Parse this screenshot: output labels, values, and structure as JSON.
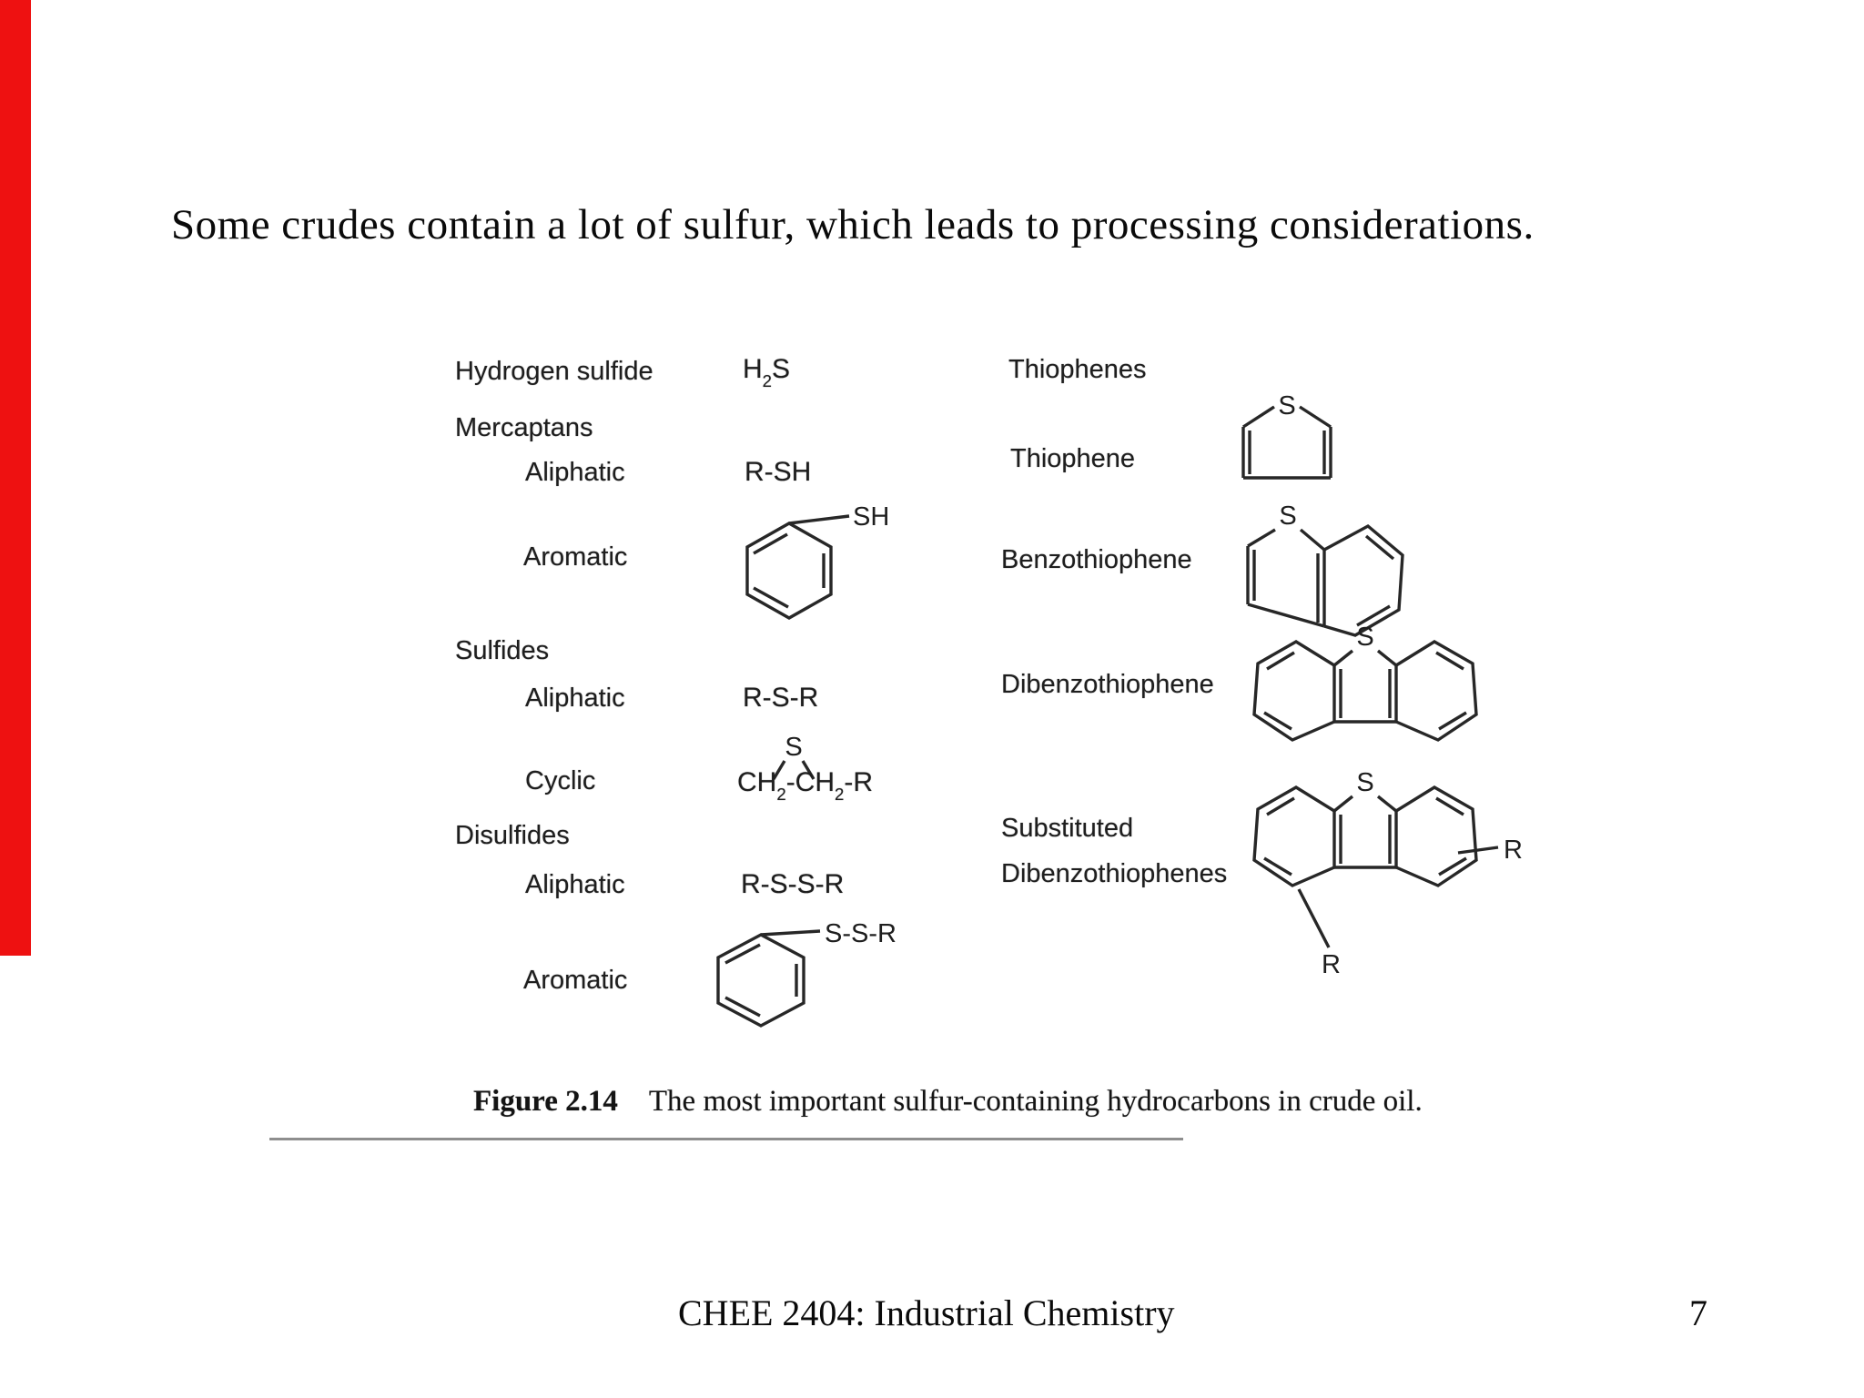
{
  "slide": {
    "title": "Some crudes contain a lot of sulfur, which leads to processing considerations.",
    "accent_red": "#ee1111",
    "footer": {
      "course": "CHEE 2404: Industrial Chemistry",
      "page": "7"
    }
  },
  "figure": {
    "caption": {
      "label": "Figure 2.14",
      "text": "The most important sulfur-containing hydrocarbons in crude oil."
    },
    "left": {
      "hydrogen_sulfide": {
        "label": "Hydrogen sulfide",
        "formula": {
          "p1": "H",
          "s1": "2",
          "p2": "S"
        }
      },
      "mercaptans": {
        "label": "Mercaptans"
      },
      "mercaptan_aliphatic": {
        "label": "Aliphatic",
        "formula": "R-SH"
      },
      "mercaptan_aromatic": {
        "label": "Aromatic",
        "substituent": "SH"
      },
      "sulfides": {
        "label": "Sulfides"
      },
      "sulfide_aliphatic": {
        "label": "Aliphatic",
        "formula": "R-S-R"
      },
      "sulfide_cyclic": {
        "label": "Cyclic",
        "s_atom": "S",
        "formula": {
          "p1": "CH",
          "s1": "2",
          "p2": "-CH",
          "s2": "2",
          "p3": "-R"
        }
      },
      "disulfides": {
        "label": "Disulfides"
      },
      "disulfide_aliphatic": {
        "label": "Aliphatic",
        "formula": "R-S-S-R"
      },
      "disulfide_aromatic": {
        "label": "Aromatic",
        "substituent": "S-S-R"
      }
    },
    "right": {
      "heading": "Thiophenes",
      "thiophene": {
        "label": "Thiophene",
        "s_atom": "S"
      },
      "benzothiophene": {
        "label": "Benzothiophene",
        "s_atom": "S"
      },
      "dibenzothiophene": {
        "label": "Dibenzothiophene",
        "s_atom": "S"
      },
      "substituted_dibenzothiophenes": {
        "label_line1": "Substituted",
        "label_line2": "Dibenzothiophenes",
        "s_atom": "S",
        "r_right": "R",
        "r_bottom": "R"
      }
    }
  }
}
